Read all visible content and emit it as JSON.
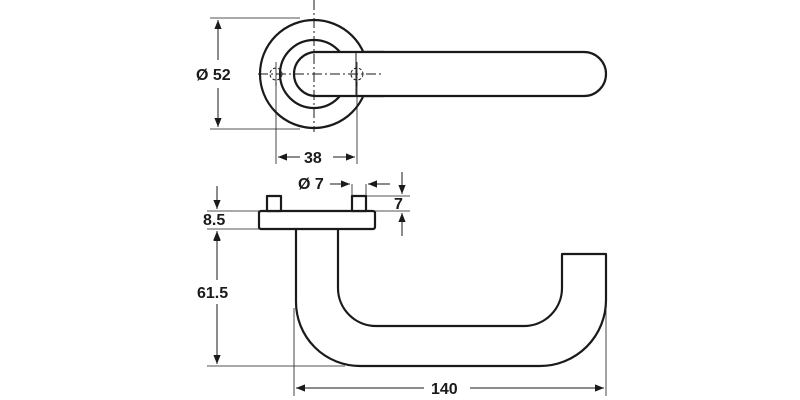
{
  "dimensions": {
    "rose_diameter": "Ø 52",
    "hole_spacing": "38",
    "pin_diameter": "Ø 7",
    "pin_height": "7",
    "rose_thickness": "8.5",
    "lever_height": "61.5",
    "lever_projection": "140"
  },
  "colors": {
    "line": "#1a1a1a",
    "background": "#ffffff"
  }
}
